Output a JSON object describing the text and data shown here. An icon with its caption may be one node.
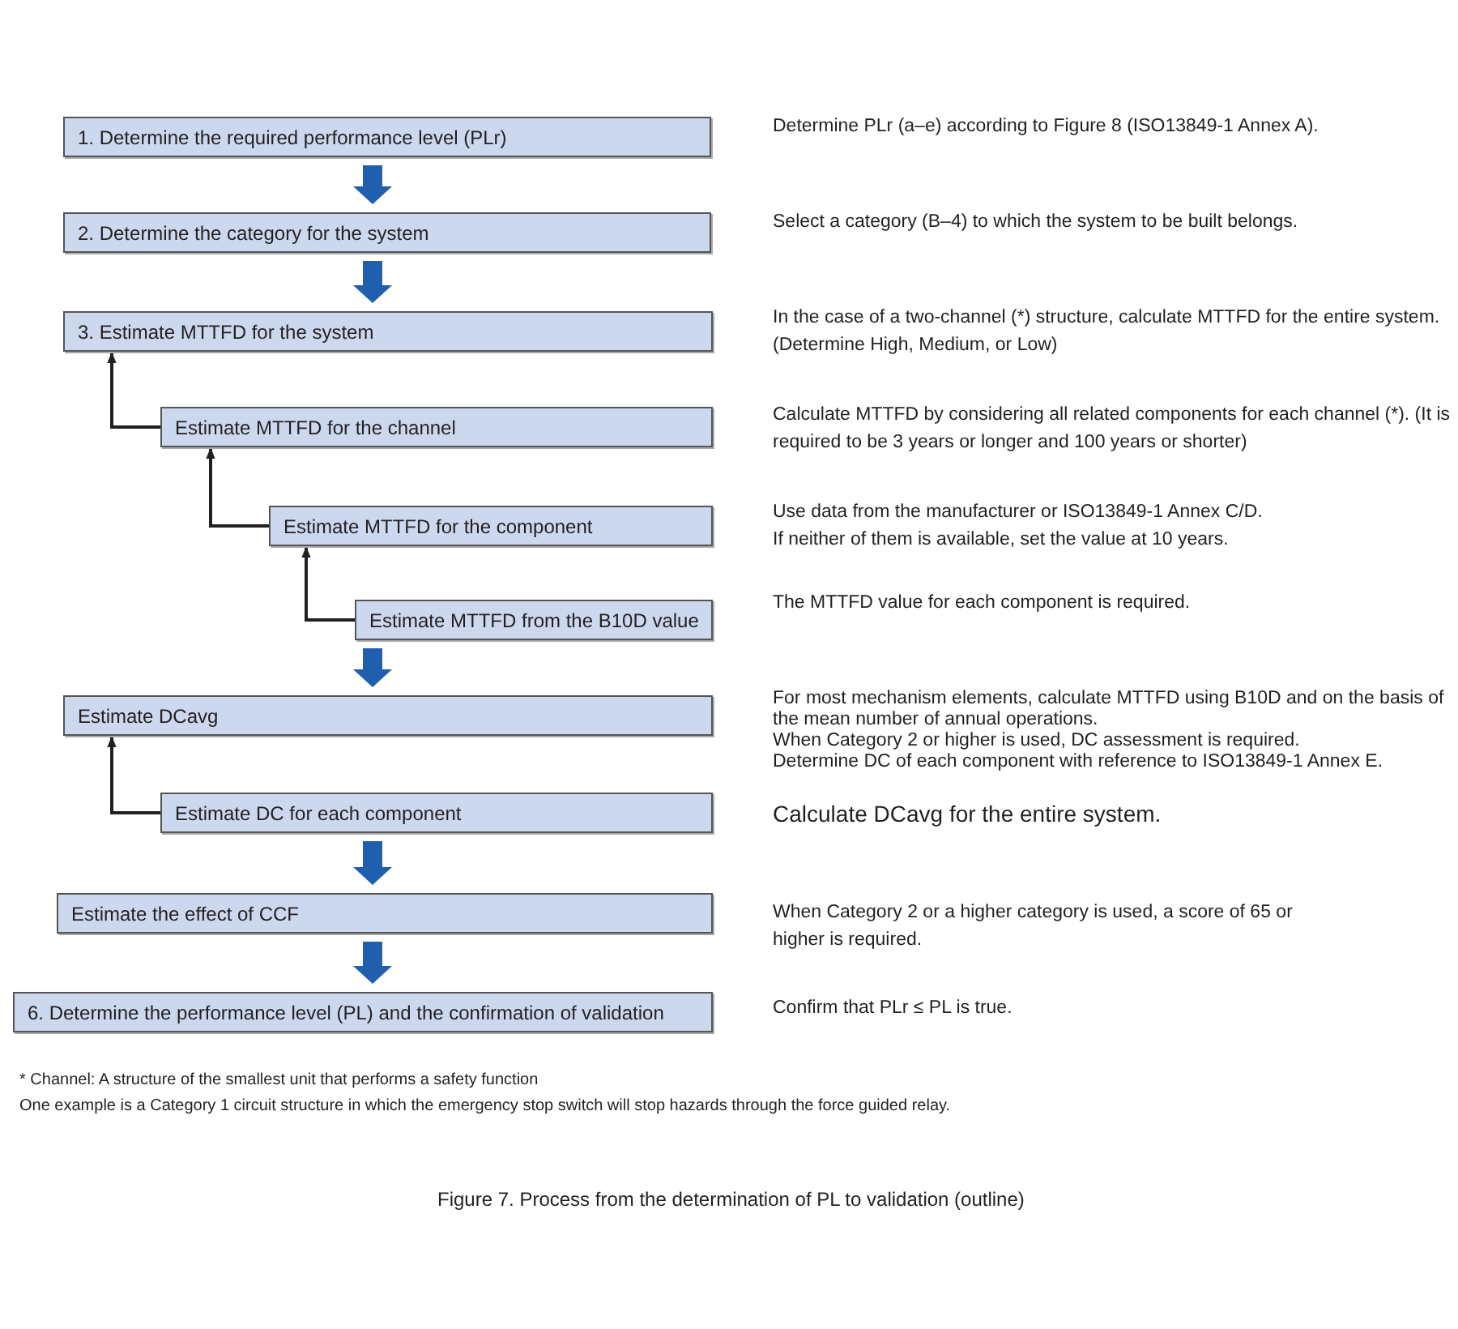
{
  "diagram": {
    "caption": "Figure 7. Process from the determination of PL to validation (outline)",
    "nodes": [
      {
        "text": [
          "1. Determine the required performance level (PLr)"
        ],
        "beside": [
          "Determine PLr (a–e) according to Figure 8 (ISO13849-1 Annex A)."
        ]
      },
      {
        "text": [
          "2. Determine the category for the system"
        ],
        "beside": [
          "Select a category (B–4) to which the system to be built belongs."
        ]
      },
      {
        "text": [
          "3. Estimate MTTFD for the system"
        ],
        "beside": [
          "In the case of a two-channel (*) structure, calculate MTTFD for the entire system. (Determine High, Medium, or Low)"
        ]
      },
      {
        "text": [
          "Estimate MTTFD for the channel"
        ],
        "beside": [
          "Calculate MTTFD by considering all related components for each channel (*). (It is required to be 3 years or longer and 100 years or shorter)"
        ]
      },
      {
        "text": [
          "Estimate MTTFD for the component"
        ],
        "beside": [
          "Use data from the manufacturer or ISO13849-1 Annex C/D.",
          "If neither of them is available, set the value at 10 years."
        ]
      },
      {
        "text": [
          "Estimate MTTFD from the B10D value"
        ],
        "beside": [
          "The MTTFD value for each component is required."
        ]
      },
      {
        "text": [
          "Estimate DCavg"
        ],
        "beside": [
          "For most mechanism elements, calculate MTTFD using B10D and on the basis of the mean number of annual operations.",
          "When Category 2 or higher is used, DC assessment is required.",
          "Determine DC of each component with reference to ISO13849-1 Annex E."
        ]
      },
      {
        "text": [
          "Estimate DC for each component"
        ],
        "beside": [
          "Calculate DCavg for the entire system."
        ]
      },
      {
        "text": [
          "Estimate the effect of CCF"
        ],
        "beside": [
          "When Category 2 or a higher category is used, a score of 65 or higher is required."
        ]
      },
      {
        "text": [
          "6. Determine the performance level (PL) and the confirmation of validation"
        ],
        "beside": [
          "Confirm that PLr ≤ PL is true."
        ]
      }
    ],
    "edges": [
      {
        "from": 0,
        "to": 1,
        "arrow": "to",
        "style": "thick"
      },
      {
        "from": 1,
        "to": 2,
        "arrow": "to",
        "style": "thick"
      },
      {
        "from": 3,
        "to": 2,
        "arrow": "to",
        "color": "#231f20"
      },
      {
        "from": 4,
        "to": 3,
        "arrow": "to",
        "color": "#231f20"
      },
      {
        "from": 5,
        "to": 4,
        "arrow": "to",
        "color": "#231f20"
      },
      {
        "from": 5,
        "to": 6,
        "arrow": "to",
        "style": "thick"
      },
      {
        "from": 7,
        "to": 6,
        "arrow": "to",
        "color": "#231f20"
      },
      {
        "from": 7,
        "to": 8,
        "arrow": "to",
        "style": "thick"
      },
      {
        "from": 8,
        "to": 9,
        "arrow": "to",
        "style": "thick"
      }
    ],
    "labels": [
      "* Channel: A structure of the smallest unit that performs a safety function",
      "One example is a Category 1 circuit structure in which the emergency stop switch will stop hazards through the force guided relay."
    ]
  }
}
